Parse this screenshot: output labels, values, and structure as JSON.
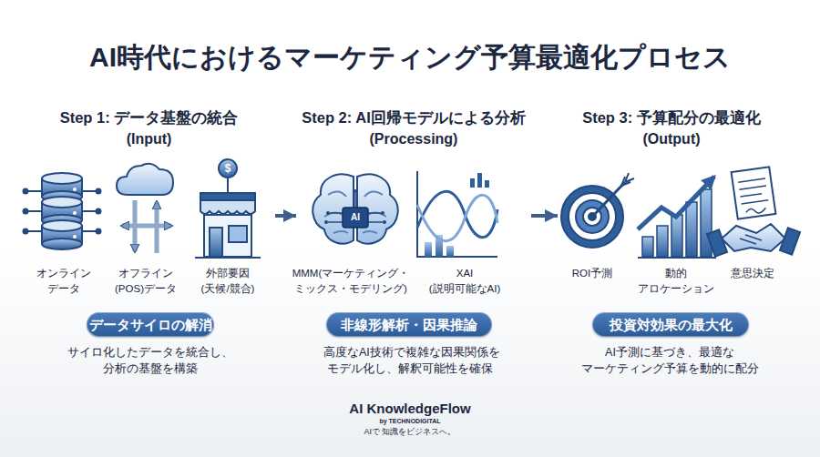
{
  "diagram": {
    "title": "AI時代におけるマーケティング予算最適化プロセス",
    "nodes": [
      {
        "text": [
          "Step 1: データ基盤の統合",
          "(Input)"
        ]
      },
      {
        "text": [
          "データサイロの解消"
        ],
        "in": 0
      },
      {
        "text": [
          "Step 2: AI回帰モデルによる分析",
          "(Processing)"
        ]
      },
      {
        "text": [
          "非線形解析・因果推論"
        ],
        "in": 2
      },
      {
        "text": [
          "Step 3: 予算配分の最適化",
          "(Output)"
        ]
      },
      {
        "text": [
          "投資対効果の最大化"
        ],
        "in": 4
      }
    ],
    "edges": [
      {
        "from": 0,
        "to": 2,
        "arrow": "to"
      },
      {
        "from": 2,
        "to": 4,
        "arrow": "to"
      }
    ],
    "labels": [
      "$",
      "オンライン データ",
      "オフライン (POS)データ",
      "外部要因 (天候/競合)",
      "サイロ化したデータを統合し、 分析の基盤を構築",
      "AI",
      "MMM(マーケティング・ ミックス・モデリング)",
      "XAI (説明可能なAI)",
      "高度なAI技術で複雑な因果関係を モデル化し、解釈可能性を確保",
      "ROI予測",
      "動的 アロケーション",
      "意思決定",
      "AI予測に基づき、最適な マーケティング予算を動的に配分",
      "AI KnowledgeFlow",
      "by TECHNODIGITAL",
      "AIで 知識をビジネスへ。"
    ]
  }
}
